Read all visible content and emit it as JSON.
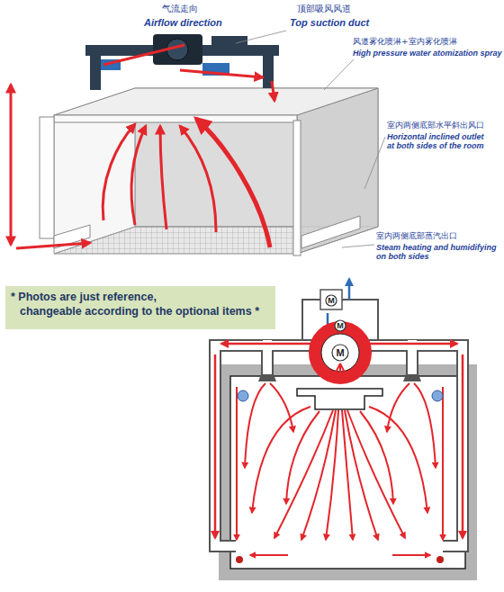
{
  "diagram": {
    "nodes": [
      {
        "text": [
          "* Photos are just reference, changeable according to the optional items *"
        ]
      },
      {
        "text": [
          "M"
        ]
      },
      {
        "text": [
          "M"
        ]
      },
      {
        "text": [
          "M"
        ]
      }
    ],
    "labels": [
      "气流走向",
      "Airflow direction",
      "顶部吸风风道",
      "Top suction duct",
      "风道雾化喷淋+室内雾化喷淋",
      "High pressure water atomization spray",
      "室内两侧底部水平斜出风口",
      "Horizontal inclined outlet at both sides of the room",
      "室内两侧底部蒸汽出口",
      "Steam heating and humidifying on both sides"
    ]
  }
}
